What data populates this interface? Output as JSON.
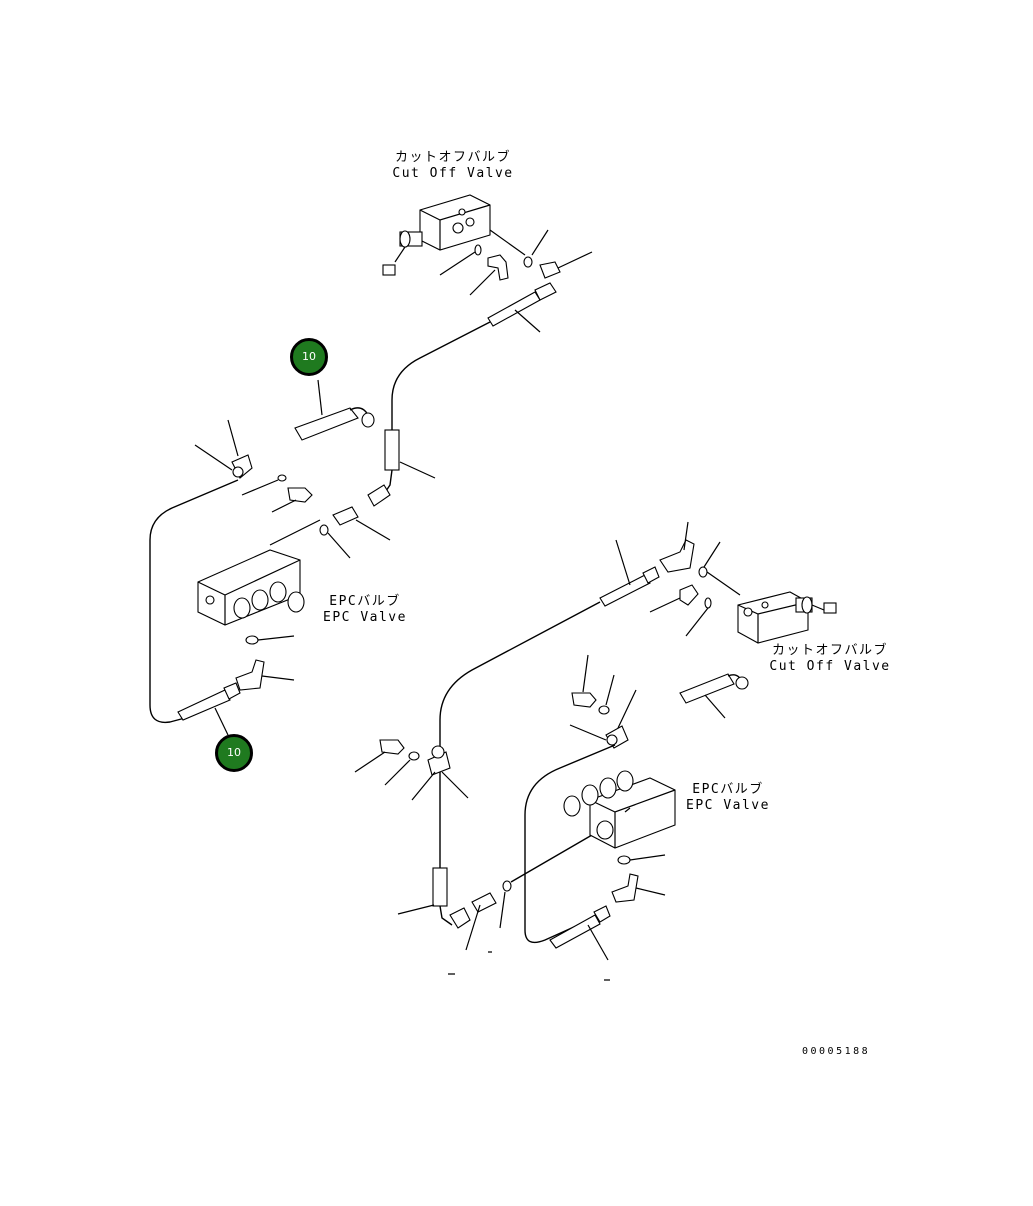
{
  "labels": {
    "cutoff_top_jp": "カットオフバルブ",
    "cutoff_top_en": "Cut Off Valve",
    "epc_left_jp": "EPCバルブ",
    "epc_left_en": "EPC Valve",
    "cutoff_right_jp": "カットオフバルブ",
    "cutoff_right_en": "Cut Off Valve",
    "epc_right_jp": "EPCバルブ",
    "epc_right_en": "EPC Valve"
  },
  "callouts": [
    {
      "number": "10"
    },
    {
      "number": "10"
    }
  ],
  "drawing_number": "00005188",
  "colors": {
    "callout_fill": "#1f7a1f",
    "line": "#000000",
    "background": "#ffffff"
  }
}
